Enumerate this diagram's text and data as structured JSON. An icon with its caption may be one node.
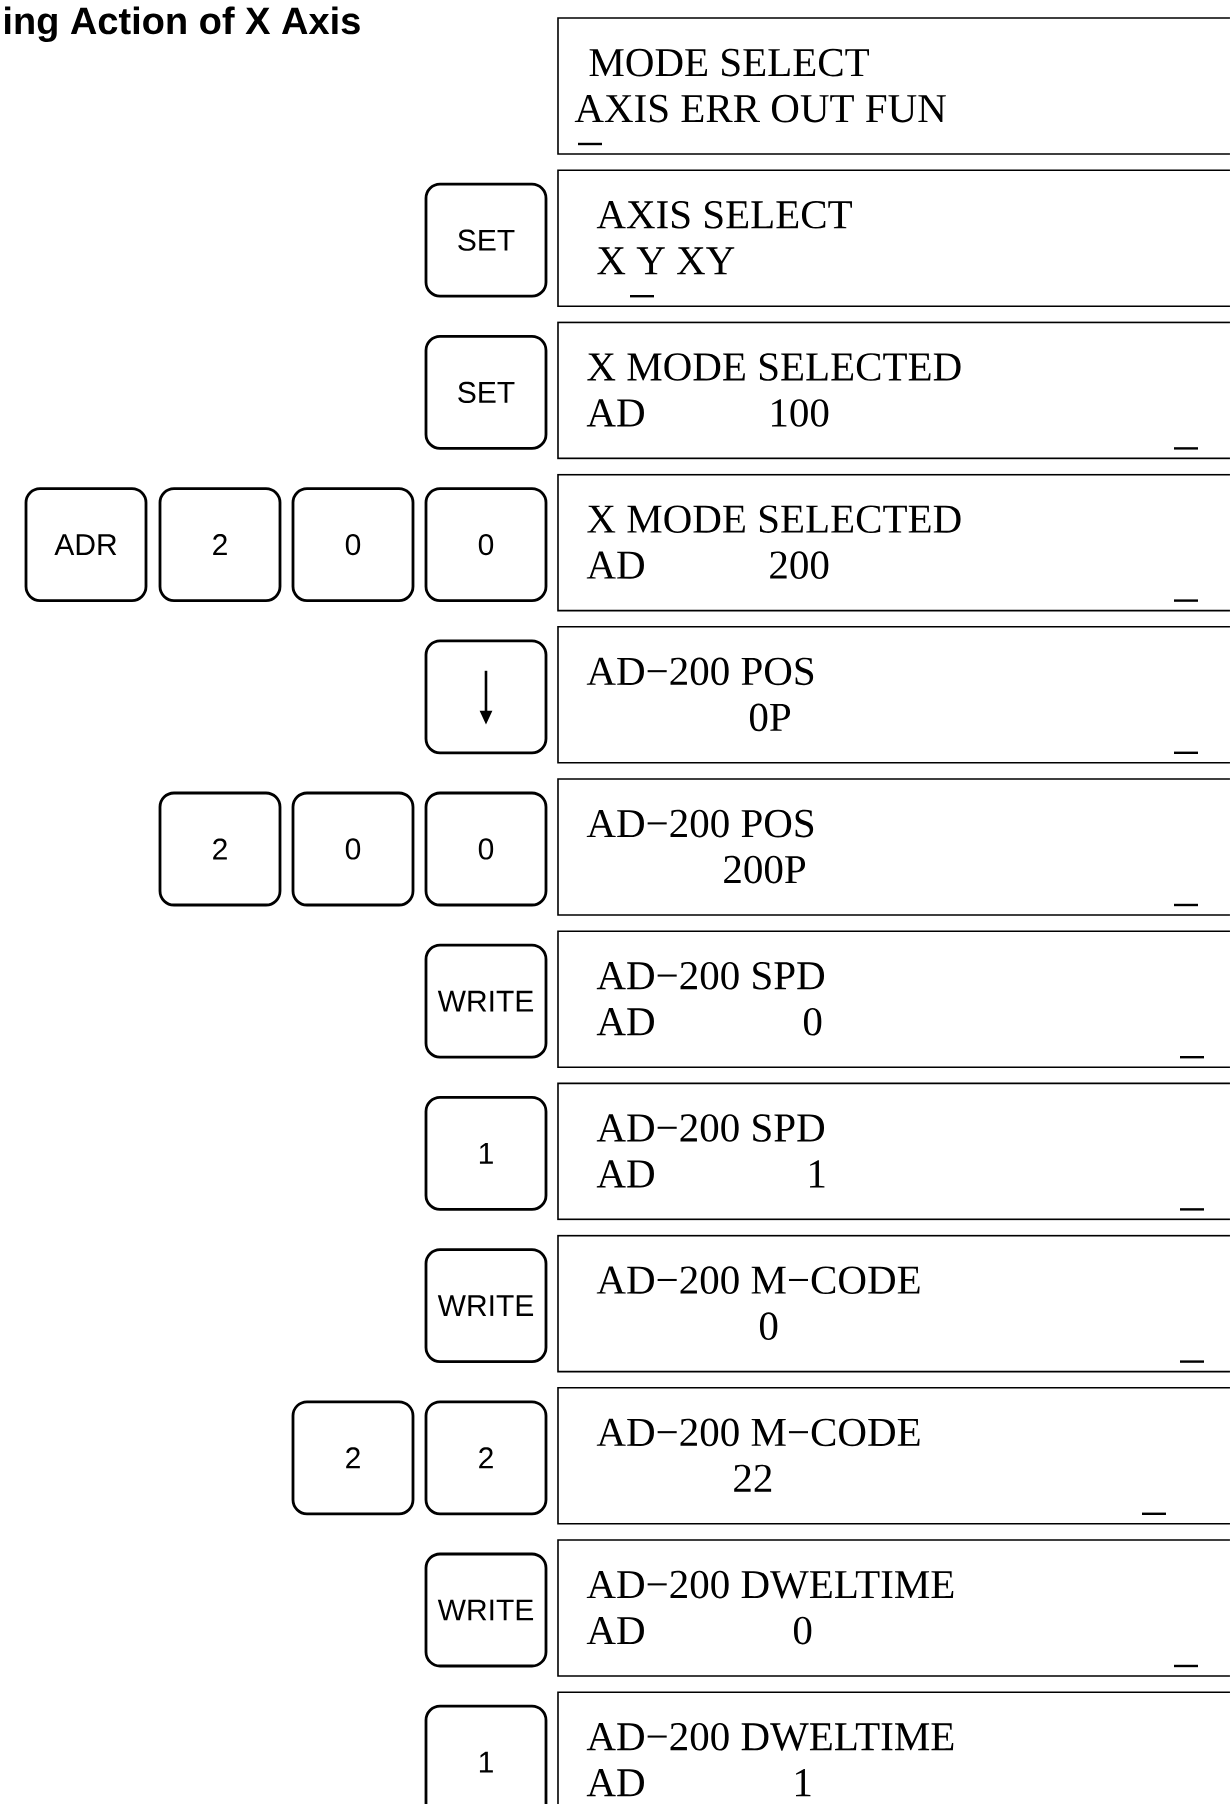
{
  "diagram": {
    "title": "ing Action of X Axis",
    "nodes": [
      {
        "text": [
          "MODE SELECT",
          "AXIS ERR OUT FUN"
        ]
      },
      {
        "text": [
          "SET"
        ]
      },
      {
        "text": [
          "AXIS SELECT",
          "X Y XY"
        ]
      },
      {
        "text": [
          "SET"
        ]
      },
      {
        "text": [
          "X MODE SELECTED",
          "AD",
          "100"
        ]
      },
      {
        "text": [
          "ADR"
        ]
      },
      {
        "text": [
          "2"
        ]
      },
      {
        "text": [
          "0"
        ]
      },
      {
        "text": [
          "0"
        ]
      },
      {
        "text": [
          "X MODE SELECTED",
          "AD",
          "200"
        ]
      },
      {
        "text": [],
        "shape": "box"
      },
      {
        "text": [
          "AD−200 POS",
          "0P"
        ]
      },
      {
        "text": [
          "2"
        ]
      },
      {
        "text": [
          "0"
        ]
      },
      {
        "text": [
          "0"
        ]
      },
      {
        "text": [
          "AD−200 POS",
          "200P"
        ]
      },
      {
        "text": [
          "WRITE"
        ]
      },
      {
        "text": [
          "AD−200 SPD",
          "AD",
          "0"
        ]
      },
      {
        "text": [
          "1"
        ]
      },
      {
        "text": [
          "AD−200 SPD",
          "AD",
          "1"
        ]
      },
      {
        "text": [
          "WRITE"
        ]
      },
      {
        "text": [
          "AD−200 M−CODE",
          "0"
        ]
      },
      {
        "text": [
          "2"
        ]
      },
      {
        "text": [
          "2"
        ]
      },
      {
        "text": [
          "AD−200 M−CODE",
          "22"
        ]
      },
      {
        "text": [
          "WRITE"
        ]
      },
      {
        "text": [
          "AD−200 DWELTIME",
          "AD",
          "0"
        ]
      },
      {
        "text": [
          "1"
        ]
      },
      {
        "text": [
          "AD−200 DWELTIME",
          "AD",
          "1"
        ]
      }
    ]
  }
}
